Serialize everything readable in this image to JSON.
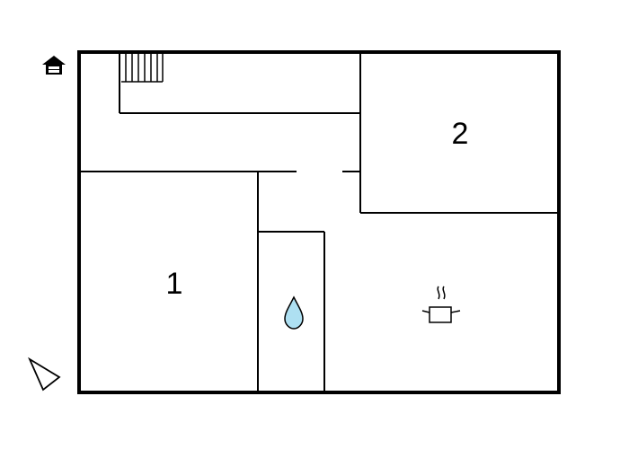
{
  "floorplan": {
    "rooms": [
      {
        "id": "bedroom-1",
        "label": "1"
      },
      {
        "id": "bedroom-2",
        "label": "2"
      }
    ],
    "icons": [
      {
        "name": "house-entrance-icon"
      },
      {
        "name": "stairs-icon"
      },
      {
        "name": "water-drop-icon",
        "color": "#aee0f2"
      },
      {
        "name": "cooking-pot-icon"
      },
      {
        "name": "compass-arrow-icon"
      }
    ],
    "colors": {
      "wall": "#000000",
      "water": "#aee0f2",
      "background": "#ffffff"
    }
  }
}
